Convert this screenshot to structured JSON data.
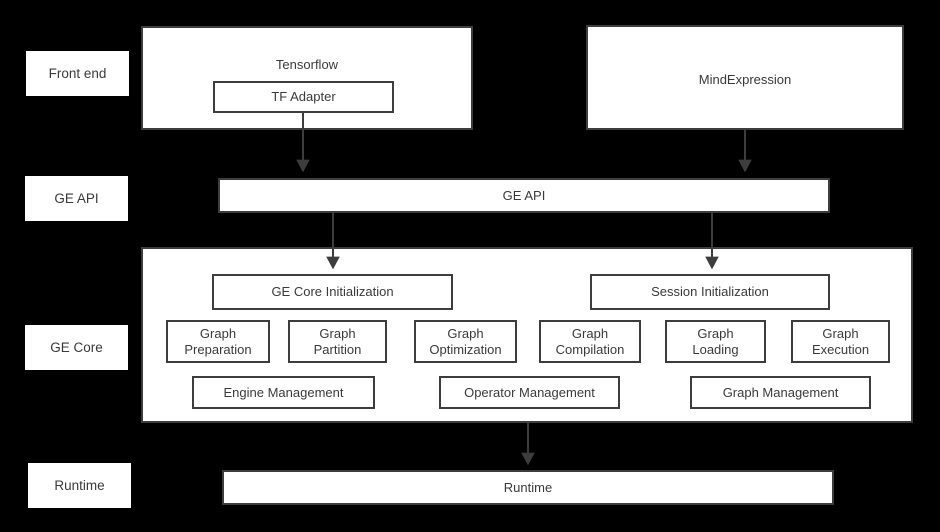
{
  "diagram": {
    "title": "GE (Graph Engine) software stack architecture",
    "background_color": "#000000",
    "box_fill_color": "#ffffff",
    "box_border_color": "#3d3d3d",
    "text_color": "#3a3a3a"
  },
  "layer_labels": [
    {
      "id": "front-end",
      "text": "Front end"
    },
    {
      "id": "ge-api",
      "text": "GE API"
    },
    {
      "id": "ge-core",
      "text": "GE Core"
    },
    {
      "id": "runtime",
      "text": "Runtime"
    }
  ],
  "frontend": {
    "tensorflow": {
      "title": "Tensorflow",
      "adapter": "TF Adapter"
    },
    "mindexpression": {
      "title": "MindExpression"
    }
  },
  "ge_api_bar": {
    "text": "GE API"
  },
  "ge_core": {
    "init_blocks": [
      {
        "id": "ge-core-initialization",
        "text": "GE Core Initialization"
      },
      {
        "id": "session-initialization",
        "text": "Session Initialization"
      }
    ],
    "stage_blocks": [
      {
        "id": "graph-preparation",
        "text": "Graph\nPreparation"
      },
      {
        "id": "graph-partition",
        "text": "Graph\nPartition"
      },
      {
        "id": "graph-optimization",
        "text": "Graph\nOptimization"
      },
      {
        "id": "graph-compilation",
        "text": "Graph\nCompilation"
      },
      {
        "id": "graph-loading",
        "text": "Graph\nLoading"
      },
      {
        "id": "graph-execution",
        "text": "Graph\nExecution"
      }
    ],
    "management_blocks": [
      {
        "id": "engine-management",
        "text": "Engine Management"
      },
      {
        "id": "operator-management",
        "text": "Operator Management"
      },
      {
        "id": "graph-management",
        "text": "Graph Management"
      }
    ]
  },
  "runtime_bar": {
    "text": "Runtime"
  },
  "connectors": [
    {
      "id": "tf-adapter-to-ge-api",
      "from": "TF Adapter",
      "to": "GE API"
    },
    {
      "id": "mindexpression-to-ge-api",
      "from": "MindExpression",
      "to": "GE API"
    },
    {
      "id": "ge-api-to-ge-core-init",
      "from": "GE API",
      "to": "GE Core Initialization"
    },
    {
      "id": "ge-api-to-session-init",
      "from": "GE API",
      "to": "Session Initialization"
    },
    {
      "id": "ge-core-to-runtime",
      "from": "GE Core",
      "to": "Runtime"
    }
  ]
}
